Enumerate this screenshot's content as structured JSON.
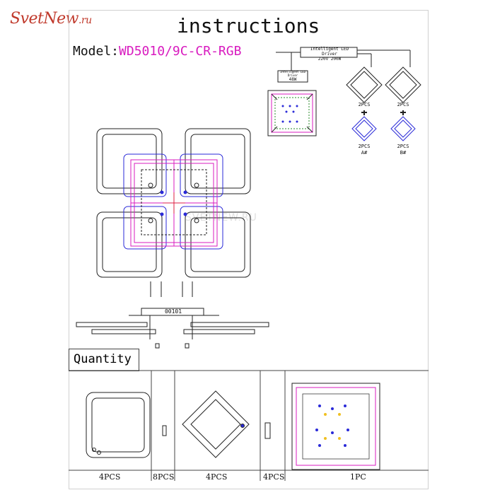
{
  "logo": {
    "main": "SvetNew",
    "suffix": ".ru"
  },
  "title": "instructions",
  "model": {
    "label": "Model:",
    "code": "WD5010/9C-CR-RGB"
  },
  "watermark": "SVETNEW.RU",
  "wiring": {
    "driver_main_title": "Intelligent LED Driver",
    "driver_main_rating": "220V  200W",
    "driver_small_title": "Intelligent LED Driver",
    "driver_small_rating": "48W",
    "group_a": {
      "top": "2PCS",
      "bottom": "2PCS",
      "tag": "A#"
    },
    "group_b": {
      "top": "2PCS",
      "bottom": "2PCS",
      "tag": "B#"
    }
  },
  "side_view_label": "00101",
  "quantity": {
    "header": "Quantity",
    "cells": [
      {
        "count": "4PCS"
      },
      {
        "count": "8PCS"
      },
      {
        "count": "4PCS"
      },
      {
        "count": "4PCS"
      },
      {
        "count": "1PC"
      }
    ]
  },
  "colors": {
    "magenta": "#d81bbf",
    "blue": "#2a2ad8",
    "line": "#222222",
    "logo": "#c0392b"
  }
}
